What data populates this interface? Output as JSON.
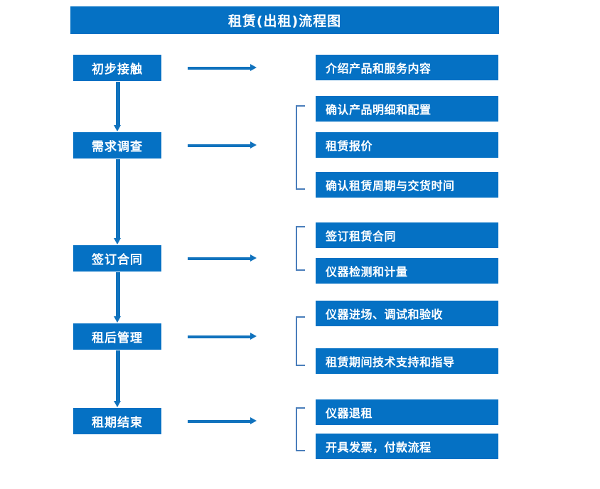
{
  "title": "租赁(出租)流程图",
  "colors": {
    "primary_blue": "#0571C4",
    "arrow_blue": "#1072BD",
    "bracket_blue": "#4A7EBB",
    "background": "#ffffff",
    "text_on_blue": "#ffffff"
  },
  "stages": [
    {
      "label": "初步接触"
    },
    {
      "label": "需求调查"
    },
    {
      "label": "签订合同"
    },
    {
      "label": "租后管理"
    },
    {
      "label": "租期结束"
    }
  ],
  "details": [
    {
      "label": "介绍产品和服务内容"
    },
    {
      "label": "确认产品明细和配置"
    },
    {
      "label": "租赁报价"
    },
    {
      "label": "确认租赁周期与交货时间"
    },
    {
      "label": "签订租赁合同"
    },
    {
      "label": "仪器检测和计量"
    },
    {
      "label": "仪器进场、调试和验收"
    },
    {
      "label": "租赁期间技术支持和指导"
    },
    {
      "label": "仪器退租"
    },
    {
      "label": "开具发票，付款流程"
    }
  ],
  "groups": [
    {
      "name": "需求调查-group",
      "members": [
        "确认产品明细和配置",
        "租赁报价",
        "确认租赁周期与交货时间"
      ]
    },
    {
      "name": "签订合同-group",
      "members": [
        "签订租赁合同",
        "仪器检测和计量"
      ]
    },
    {
      "name": "租后管理-group",
      "members": [
        "仪器进场、调试和验收",
        "租赁期间技术支持和指导"
      ]
    },
    {
      "name": "租期结束-group",
      "members": [
        "仪器退租",
        "开具发票，付款流程"
      ]
    }
  ],
  "flow_connections": [
    {
      "from": "初步接触",
      "to": "需求调查",
      "direction": "down"
    },
    {
      "from": "需求调查",
      "to": "签订合同",
      "direction": "down"
    },
    {
      "from": "签订合同",
      "to": "租后管理",
      "direction": "down"
    },
    {
      "from": "租后管理",
      "to": "租期结束",
      "direction": "down"
    },
    {
      "from": "初步接触",
      "to": "介绍产品和服务内容",
      "direction": "right"
    },
    {
      "from": "需求调查",
      "to": "需求调查-group",
      "direction": "right"
    },
    {
      "from": "签订合同",
      "to": "签订合同-group",
      "direction": "right"
    },
    {
      "from": "租后管理",
      "to": "租后管理-group",
      "direction": "right"
    },
    {
      "from": "租期结束",
      "to": "租期结束-group",
      "direction": "right"
    }
  ]
}
